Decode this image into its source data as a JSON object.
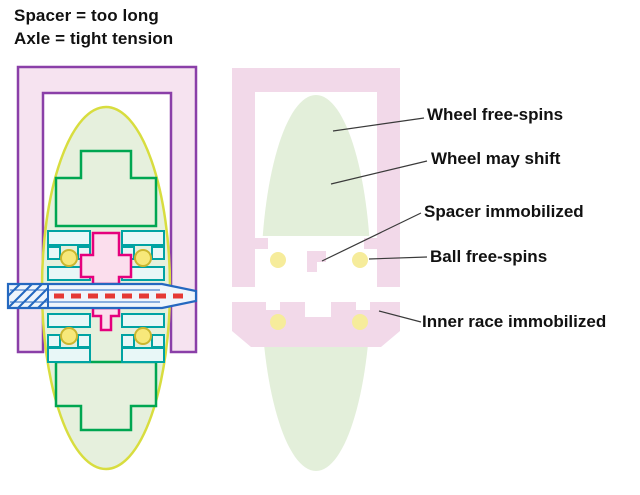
{
  "title": {
    "line1": "Spacer = too long",
    "line2": "Axle = tight tension"
  },
  "labels": {
    "wheel_free_spins": "Wheel free-spins",
    "wheel_may_shift": "Wheel may shift",
    "spacer_immobilized": "Spacer immobilized",
    "ball_free_spins": "Ball free-spins",
    "inner_race_immobilized": "Inner race immobilized"
  },
  "colors": {
    "hanger_outline": "#8a3fa8",
    "hanger_fill_left": "#f6e3f0",
    "hanger_fill_right": "#f2d9e9",
    "wheel_fill": "#e6f0dd",
    "wheel_outline": "#d8dd3f",
    "hub_outline": "#00a651",
    "bearing_outline": "#00a3a3",
    "bearing_fill": "#e8f7f7",
    "ball_fill": "#f7e87a",
    "ball_fill_right": "#f6ec9b",
    "spacer_outline": "#e5007d",
    "spacer_fill": "#fbdeed",
    "axle_outline": "#2468c0",
    "tension_marks": "#e53935",
    "leader_line": "#3a3a3a",
    "text": "#111111"
  }
}
